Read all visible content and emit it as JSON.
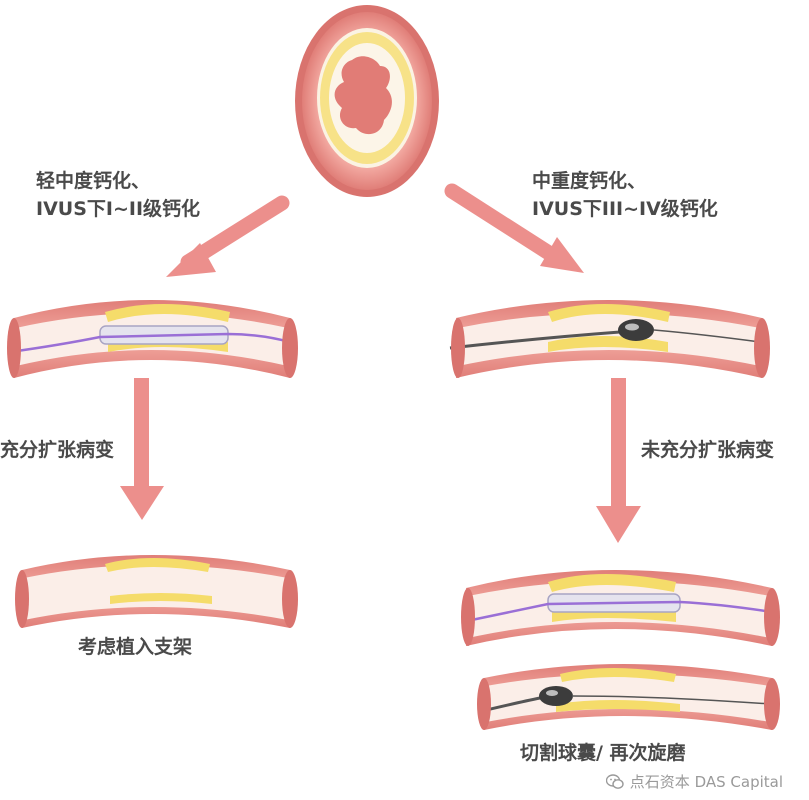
{
  "labels": {
    "left_condition_line1": "轻中度钙化、",
    "left_condition_line2": "IVUS下I~II级钙化",
    "right_condition_line1": "中重度钙化、",
    "right_condition_line2": "IVUS下III~IV级钙化",
    "left_outcome": "充分扩张病变",
    "right_outcome": "未充分扩张病变",
    "left_action": "考虑植入支架",
    "right_action": "切割球囊/ 再次旋磨"
  },
  "watermark": {
    "text": "点石资本 DAS Capital",
    "icon": "wechat-icon"
  },
  "colors": {
    "vessel_outer": "#e8948c",
    "vessel_inner": "#f6b5ad",
    "lumen": "#fbeee8",
    "calcium": "#f5dc6a",
    "arrow": "#ec8f8c",
    "balloon_wire": "#9a6fd6",
    "text": "#4a4a4a"
  }
}
